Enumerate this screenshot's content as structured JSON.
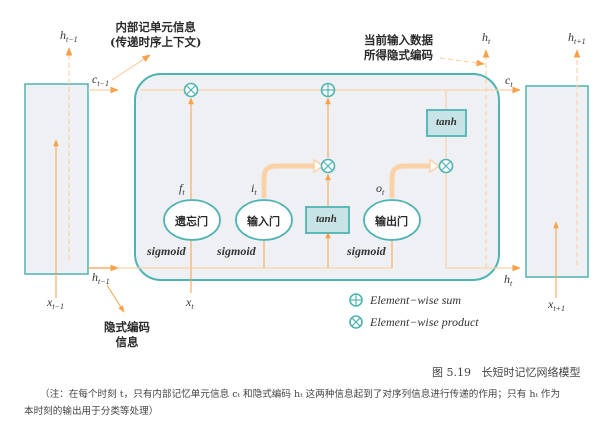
{
  "diagram": {
    "annotations": {
      "cell_memory_line1": "内部记单元信息",
      "cell_memory_line2": "(传递时序上下文)",
      "current_input_line1": "当前输入数据",
      "current_input_line2": "所得隐式编码",
      "hidden_code_line1": "隐式编码",
      "hidden_code_line2": "信息"
    },
    "variables": {
      "h_prev": {
        "base": "h",
        "sub": "t−1"
      },
      "h_t_top": {
        "base": "h",
        "sub": "t"
      },
      "h_next": {
        "base": "h",
        "sub": "t+1"
      },
      "c_prev": {
        "base": "c",
        "sub": "t−1"
      },
      "c_t": {
        "base": "c",
        "sub": "t"
      },
      "h_prev_bottom": {
        "base": "h",
        "sub": "t−1"
      },
      "h_t_bottom": {
        "base": "h",
        "sub": "t"
      },
      "x_prev": {
        "base": "x",
        "sub": "t−1"
      },
      "x_t": {
        "base": "x",
        "sub": "t"
      },
      "x_next": {
        "base": "x",
        "sub": "t+1"
      },
      "f_t": {
        "base": "f",
        "sub": "t"
      },
      "i_t": {
        "base": "i",
        "sub": "t"
      },
      "o_t": {
        "base": "o",
        "sub": "t"
      }
    },
    "gates": {
      "forget": "遗忘门",
      "input": "输入门",
      "output": "输出门"
    },
    "activations": {
      "sigmoid": "sigmoid",
      "tanh": "tanh"
    },
    "legend": {
      "sum": "Element−wise sum",
      "product": "Element−wise product"
    },
    "colors": {
      "teal": "#4fb3b3",
      "cell_fill": "#eef0f3",
      "tanh_fill": "#c7e3e6",
      "orange": "#f7a24a",
      "orange_light": "#fbd2a8"
    }
  },
  "caption": {
    "figure": "图 5.19",
    "title": "长短时记忆网络模型"
  },
  "note": {
    "line1": "（注：在每个时刻 t，只有内部记忆单元信息 cₜ 和隐式编码 hₜ 这两种信息起到了对序列信息进行传递的作用；只有 hₜ 作为",
    "line2": "本时刻的输出用于分类等处理）"
  }
}
